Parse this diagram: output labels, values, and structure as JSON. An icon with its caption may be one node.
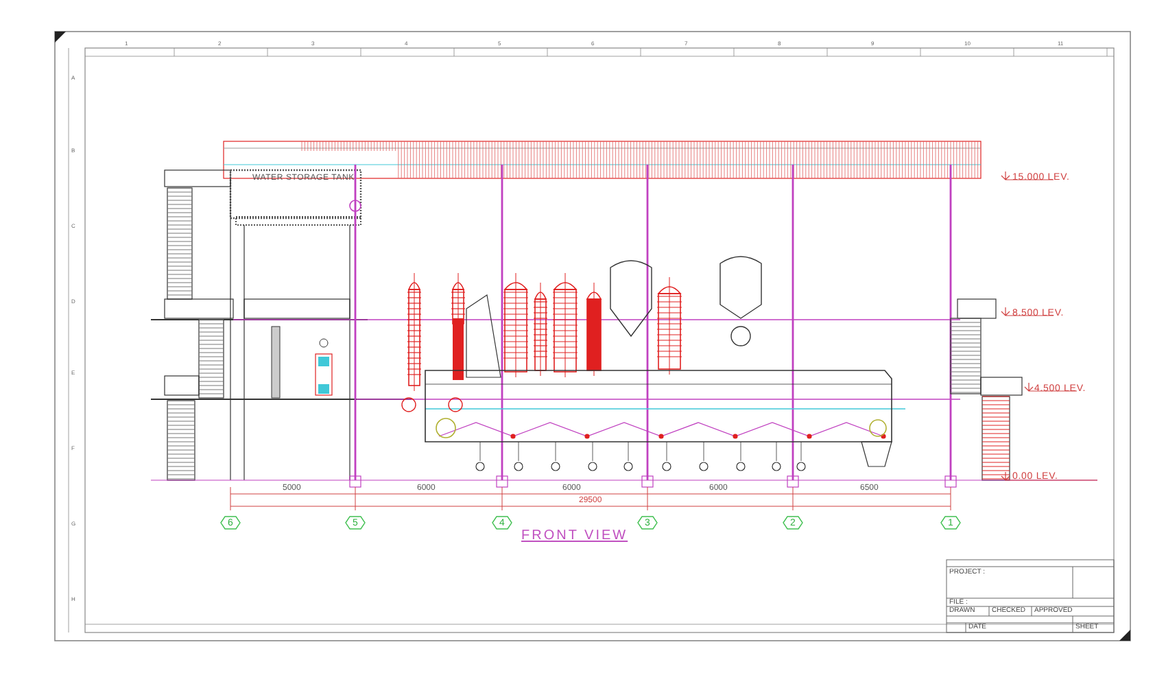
{
  "diagram": {
    "caption": "FRONT VIEW",
    "nodes": [
      {
        "text": [
          "6"
        ]
      },
      {
        "text": [
          "5"
        ]
      },
      {
        "text": [
          "4"
        ]
      },
      {
        "text": [
          "3"
        ]
      },
      {
        "text": [
          "2"
        ]
      },
      {
        "text": [
          "1"
        ]
      }
    ],
    "edges": [],
    "labels": [
      "WATER STORAGE TANK",
      "15.000 LEV.",
      "8.500 LEV.",
      "4.500 LEV.",
      "0.00 LEV.",
      "5000",
      "6000",
      "6000",
      "6000",
      "6500",
      "29500",
      "PROJECT :",
      "FILE :",
      "DRAWN",
      "CHECKED",
      "APPROVED",
      "DATE",
      "SHEET",
      "1",
      "2",
      "3",
      "4",
      "5",
      "6",
      "7",
      "8",
      "9",
      "10",
      "11",
      "A",
      "B",
      "C",
      "D",
      "E",
      "F",
      "G",
      "H"
    ]
  }
}
